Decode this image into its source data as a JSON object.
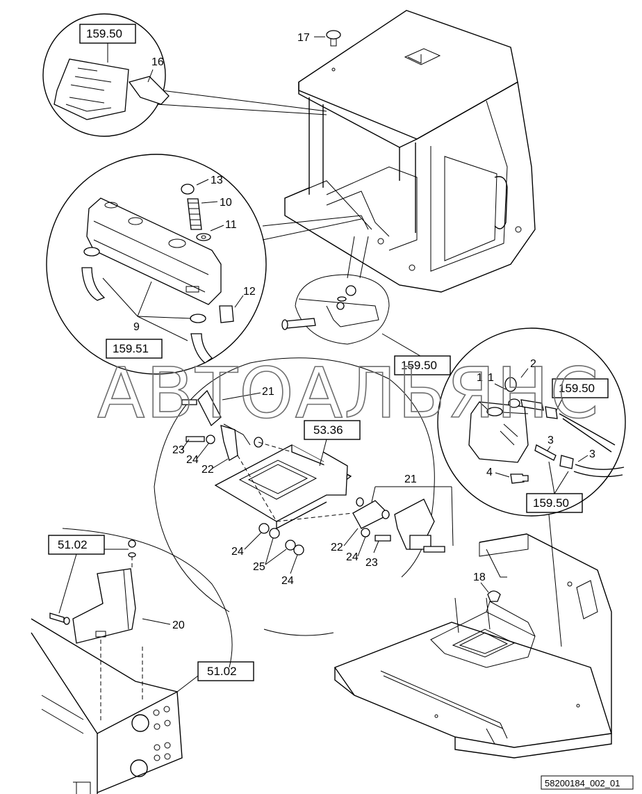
{
  "watermark": "АВТОАЛЬЯНС",
  "drawing_code": "58200184_002_01",
  "reference_boxes": {
    "top_left": "159.50",
    "left_detail": "159.51",
    "mid_right": "159.50",
    "right_detail_top": "159.50",
    "right_detail_bottom": "159.50",
    "center": "53.36",
    "bottom_left": "51.02",
    "bottom_mid": "51.02"
  },
  "callouts": {
    "c1": "1",
    "c1b": "1",
    "c2": "2",
    "c3a": "3",
    "c3b": "3",
    "c4": "4",
    "c9": "9",
    "c10": "10",
    "c11": "11",
    "c12": "12",
    "c13": "13",
    "c16": "16",
    "c17": "17",
    "c18": "18",
    "c20": "20",
    "c21a": "21",
    "c21b": "21",
    "c22a": "22",
    "c22b": "22",
    "c23a": "23",
    "c23b": "23",
    "c24a": "24",
    "c24b": "24",
    "c24c": "24",
    "c24d": "24",
    "c25": "25"
  }
}
